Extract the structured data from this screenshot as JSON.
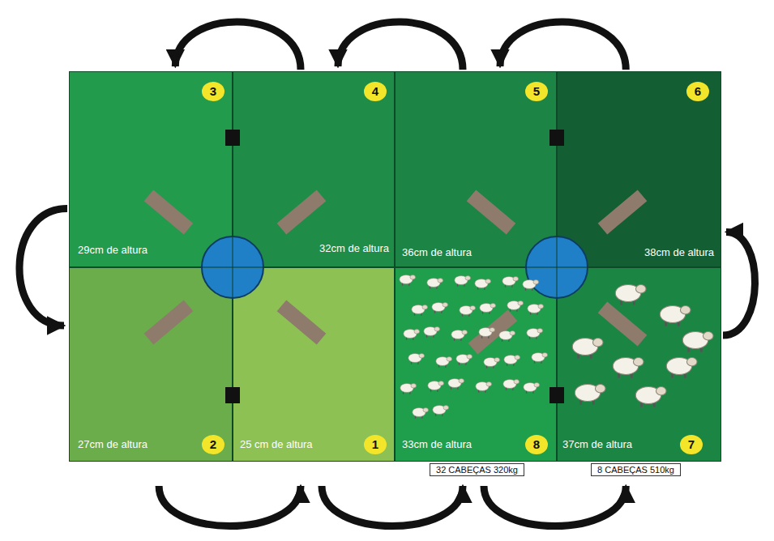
{
  "diagram": {
    "nodes": [
      {
        "text": [
          "3",
          "29cm de altura"
        ]
      },
      {
        "text": [
          "4",
          "32cm de altura"
        ]
      },
      {
        "text": [
          "5",
          "36cm de altura"
        ]
      },
      {
        "text": [
          "6",
          "38cm de altura"
        ]
      },
      {
        "text": [
          "2",
          "27cm de altura"
        ]
      },
      {
        "text": [
          "1",
          "25 cm de altura"
        ]
      },
      {
        "text": [
          "8",
          "33cm de altura"
        ]
      },
      {
        "text": [
          "7",
          "37cm de altura"
        ]
      },
      {
        "text": [
          "32 CABEÇAS 320kg"
        ]
      },
      {
        "text": [
          "8 CABEÇAS 510kg"
        ]
      }
    ],
    "edges": [
      {
        "from": 1,
        "to": 0,
        "arrow": "to"
      },
      {
        "from": 2,
        "to": 1,
        "arrow": "to"
      },
      {
        "from": 3,
        "to": 2,
        "arrow": "to"
      },
      {
        "from": 0,
        "to": 4,
        "arrow": "to"
      },
      {
        "from": 4,
        "to": 5,
        "arrow": "to"
      },
      {
        "from": 5,
        "to": 6,
        "arrow": "to"
      },
      {
        "from": 6,
        "to": 7,
        "arrow": "to"
      },
      {
        "from": 7,
        "to": 3,
        "arrow": "to"
      }
    ]
  }
}
